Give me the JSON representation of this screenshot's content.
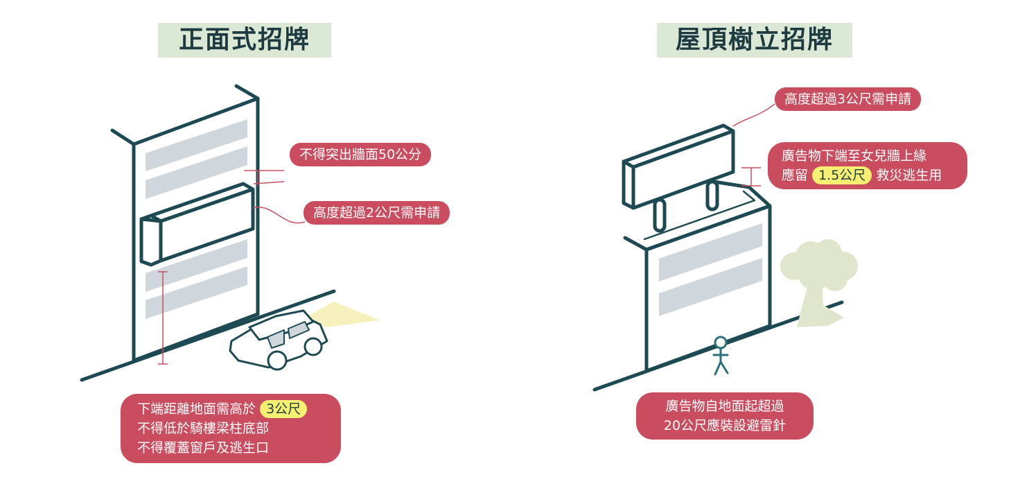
{
  "left_panel": {
    "title": "正面式招牌",
    "label_protrusion": "不得突出牆面50公分",
    "label_height": "高度超過2公尺需申請",
    "rules": {
      "line1_prefix": "下端距離地面需高於",
      "line1_highlight": "3公尺",
      "line2": "不得低於騎樓梁柱底部",
      "line3": "不得覆蓋窗戶及逃生口"
    }
  },
  "right_panel": {
    "title": "屋頂樹立招牌",
    "label_height": "高度超過3公尺需申請",
    "clearance": {
      "line1": "廣告物下端至女兒牆上緣",
      "line2_prefix": "應留",
      "line2_highlight": "1.5公尺",
      "line2_suffix": "救災逃生用"
    },
    "lightning": {
      "line1": "廣告物自地面起超過",
      "line2": "20公尺應裝設避雷針"
    }
  },
  "colors": {
    "outline": "#1d4a52",
    "label_bg": "#c94d5f",
    "highlight": "#f7ef72",
    "title_bg": "#dbe8d5",
    "window": "#cfd6dc",
    "tree": "#dfe6cb",
    "headlight": "#f6f0bd"
  }
}
